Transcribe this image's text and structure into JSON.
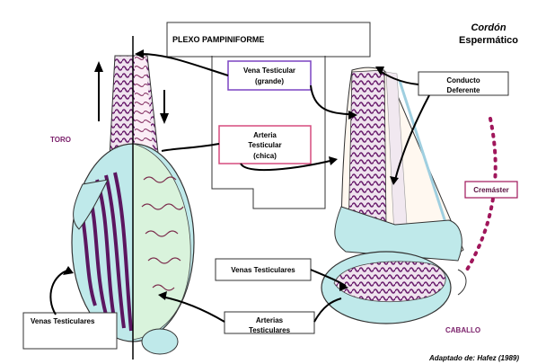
{
  "diagram": {
    "title_line1": "Cordón",
    "title_line2": "Espermático",
    "plexo_label": "PLEXO PAMPINIFORME",
    "vena_testicular_grande_1": "Vena Testicular",
    "vena_testicular_grande_2": "(grande)",
    "arteria_testicular_1": "Arteria",
    "arteria_testicular_2": "Testicular",
    "arteria_testicular_3": "(chica)",
    "conducto_deferente_1": "Conducto",
    "conducto_deferente_2": "Deferente",
    "toro": "TORO",
    "caballo": "CABALLO",
    "cremaster": "Cremáster",
    "venas_testiculares_right": "Venas Testiculares",
    "venas_testiculares_left": "Venas Testiculares",
    "arterias_testiculares_1": "Arterias",
    "arterias_testiculares_2": "Testiculares",
    "credit": "Adaptado de: Hafez (1989)"
  },
  "colors": {
    "vein_purple": "#6b1f6e",
    "tunica_cyan": "#bfe9ea",
    "body_green": "#d9f3dc",
    "vena_box_border": "#7b44c2",
    "arteria_box_border": "#d64b7e",
    "cremaster_dots": "#a0165b",
    "toro_text": "#7a1f6a",
    "caballo_text": "#7a1f6a"
  }
}
